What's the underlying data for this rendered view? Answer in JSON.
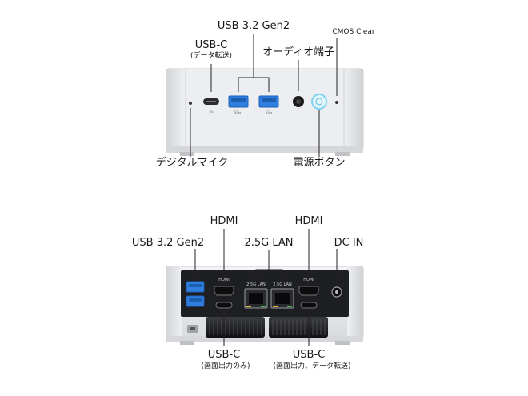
{
  "front_view": {
    "labels": {
      "usb_c": "USB-C",
      "usb_c_note": "(データ転送)",
      "usb32": "USB 3.2 Gen2",
      "audio": "オーディオ端子",
      "cmos": "CMOS Clear",
      "mic": "デジタルマイク",
      "power": "電源ボタン"
    }
  },
  "rear_view": {
    "labels": {
      "hdmi_left": "HDMI",
      "hdmi_right": "HDMI",
      "usb32": "USB 3.2 Gen2",
      "lan": "2.5G LAN",
      "dc_in": "DC IN",
      "usb_c_display": "USB-C",
      "usb_c_display_note": "(画面出力のみ)",
      "usb_c_data": "USB-C",
      "usb_c_data_note": "(画面出力、データ転送)"
    },
    "port_text": {
      "hdmi": "HDMI",
      "lan": "2.5G LAN"
    }
  },
  "colors": {
    "usb3_blue": "#2f7fe0",
    "chassis": "#e4e6e9",
    "panel": "#1e1f22",
    "power_glow": "#7fd3f0"
  }
}
